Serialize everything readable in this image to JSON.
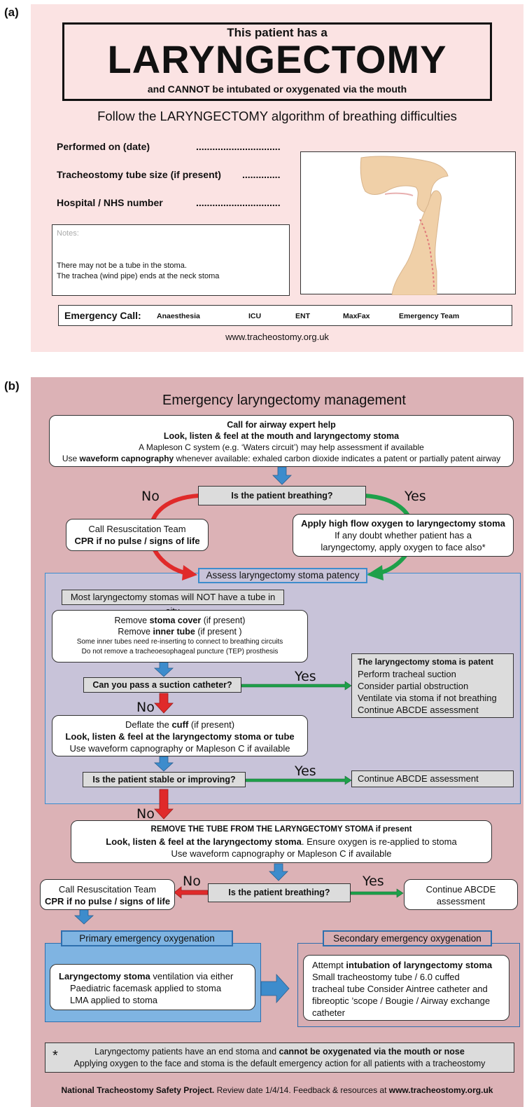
{
  "panel_a": {
    "label": "(a)",
    "title_top": "This patient has a",
    "title_main": "LARYNGECTOMY",
    "title_bottom": "and CANNOT be intubated or oxygenated via the mouth",
    "follow": "Follow the LARYNGECTOMY algorithm of breathing difficulties",
    "fields": [
      {
        "label": "Performed on (date)",
        "dots": "..............................."
      },
      {
        "label": "Tracheostomy tube size (if present)",
        "dots": ".............."
      },
      {
        "label": "Hospital / NHS number",
        "dots": "..............................."
      }
    ],
    "notes_label": "Notes:",
    "notes_line1": "There may not be a tube in the stoma.",
    "notes_line2": "The trachea (wind pipe) ends at the neck stoma",
    "emergency": {
      "title": "Emergency Call:",
      "items": [
        "Anaesthesia",
        "ICU",
        "ENT",
        "MaxFax",
        "Emergency Team"
      ]
    },
    "url": "www.tracheostomy.org.uk"
  },
  "panel_b": {
    "label": "(b)",
    "title": "Emergency laryngectomy management",
    "top_box": {
      "l1": "Call for airway expert help",
      "l2": "Look, listen & feel at the mouth and laryngectomy stoma",
      "l3": "A Mapleson C system (e.g. ‘Waters circuit’) may help assessment if available",
      "l4a": "Use ",
      "l4b": "waveform capnography",
      "l4c": " whenever available:  exhaled carbon dioxide indicates a patent or partially patent airway"
    },
    "q_breathing": "Is the patient breathing?",
    "no": "No",
    "yes": "Yes",
    "resus_l1": "Call Resuscitation Team",
    "resus_l2": "CPR if no pulse / signs of life",
    "oxygen_l1": "Apply high flow oxygen to laryngectomy stoma",
    "oxygen_l2": "If any doubt whether patient has a",
    "oxygen_l3": "laryngectomy, apply oxygen to face also*",
    "assess": "Assess laryngectomy stoma patency",
    "most": "Most laryngectomy stomas will NOT have a tube in situ",
    "remove": {
      "l1a": "Remove ",
      "l1b": "stoma cover",
      "l1c": " (if present)",
      "l2a": "Remove ",
      "l2b": "inner tube",
      "l2c": " (if present )",
      "l3": "Some inner tubes need re-inserting to connect to breathing circuits",
      "l4": "Do not remove a tracheoesophageal puncture (TEP) prosthesis"
    },
    "q_suction": "Can you pass a suction catheter?",
    "patent": {
      "title": "The laryngectomy stoma is patent",
      "items": [
        "Perform tracheal suction",
        "Consider partial obstruction",
        "Ventilate via stoma if not breathing",
        "Continue ABCDE assessment"
      ]
    },
    "deflate": {
      "l1a": "Deflate the ",
      "l1b": "cuff",
      "l1c": " (if present)",
      "l2": "Look, listen & feel at the laryngectomy stoma or tube",
      "l3": "Use waveform capnography or Mapleson C if available"
    },
    "q_stable": "Is the patient stable or improving?",
    "continue": "Continue ABCDE assessment",
    "remove_tube": {
      "l1": "REMOVE THE TUBE FROM THE LARYNGECTOMY STOMA if present",
      "l2a": "Look, listen & feel at the laryngectomy stoma",
      "l2b": ". Ensure oxygen is re-applied to stoma",
      "l3": "Use waveform capnography or Mapleson C if available"
    },
    "continue2_l1": "Continue ABCDE",
    "continue2_l2": "assessment",
    "primary": {
      "title": "Primary emergency oxygenation",
      "l1a": "Laryngectomy stoma",
      "l1b": " ventilation via either",
      "l2": "Paediatric facemask applied to stoma",
      "l3": "LMA applied to stoma"
    },
    "secondary": {
      "title": "Secondary emergency oxygenation",
      "l1a": "Attempt ",
      "l1b": "intubation of laryngectomy stoma",
      "l2": "Small tracheostomy tube / 6.0 cuffed",
      "l3": "tracheal tube Consider Aintree catheter and",
      "l4": "fibreoptic ’scope / Bougie / Airway exchange",
      "l5": "catheter"
    },
    "footnote": {
      "star": "*",
      "l1a": "Laryngectomy patients have an end stoma and ",
      "l1b": "cannot be oxygenated via the mouth or nose",
      "l2": "Applying oxygen to the face and stoma is the default emergency action for all patients with a tracheostomy"
    },
    "footer": {
      "a": "National Tracheostomy Safety Project.",
      "b": " Review date 1/4/14. Feedback & resources at ",
      "c": "www.tracheostomy.org.uk"
    }
  },
  "colors": {
    "pink": "#fbe3e3",
    "mauve": "#dcb2b6",
    "lavender": "#c8c3d9",
    "blue": "#3d8ccc",
    "red": "#e02a2a",
    "green": "#1ea04a"
  }
}
